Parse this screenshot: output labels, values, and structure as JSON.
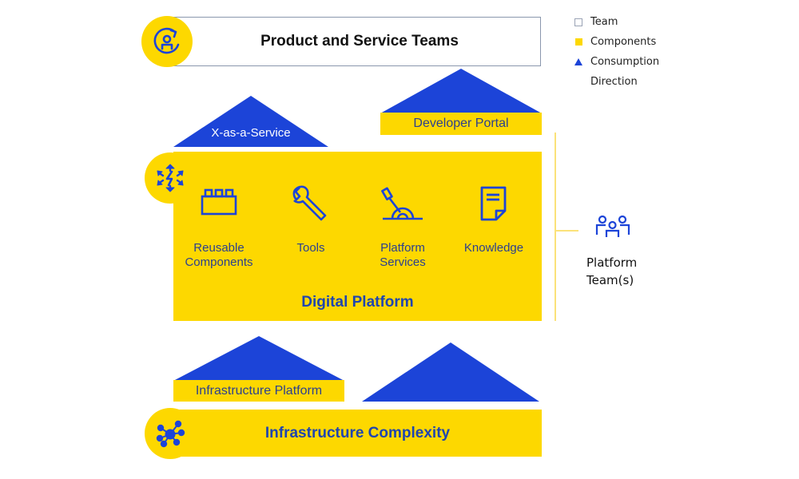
{
  "legend": {
    "items": [
      {
        "icon": "square-outline-icon",
        "label": "Team"
      },
      {
        "icon": "square-filled-icon",
        "label": "Components"
      },
      {
        "icon": "triangle-icon",
        "label": "Consumption"
      },
      {
        "icon": "",
        "label": "Direction"
      }
    ]
  },
  "colors": {
    "yellow": "#fdd800",
    "blue": "#1c44d8",
    "text_blue": "#2b3f8f",
    "title_blue": "#1f45b0",
    "connector": "#fbe27a"
  },
  "team_layer": {
    "icon": "user-cycle-icon",
    "title": "Product and Service Teams"
  },
  "consumption": {
    "xaas": "X-as-a-Service",
    "developer_portal": "Developer Portal",
    "infrastructure_platform": "Infrastructure Platform"
  },
  "digital_platform": {
    "icon": "distributed-arrows-icon",
    "title": "Digital Platform",
    "items": [
      {
        "icon": "building-block-icon",
        "label_line1": "Reusable",
        "label_line2": "Components"
      },
      {
        "icon": "wrench-icon",
        "label_line1": "Tools",
        "label_line2": ""
      },
      {
        "icon": "lever-icon",
        "label_line1": "Platform",
        "label_line2": "Services"
      },
      {
        "icon": "document-icon",
        "label_line1": "Knowledge",
        "label_line2": ""
      }
    ]
  },
  "platform_team": {
    "icon": "people-group-icon",
    "label_line1": "Platform",
    "label_line2": "Team(s)"
  },
  "infrastructure": {
    "icon": "network-hub-icon",
    "title": "Infrastructure Complexity"
  }
}
